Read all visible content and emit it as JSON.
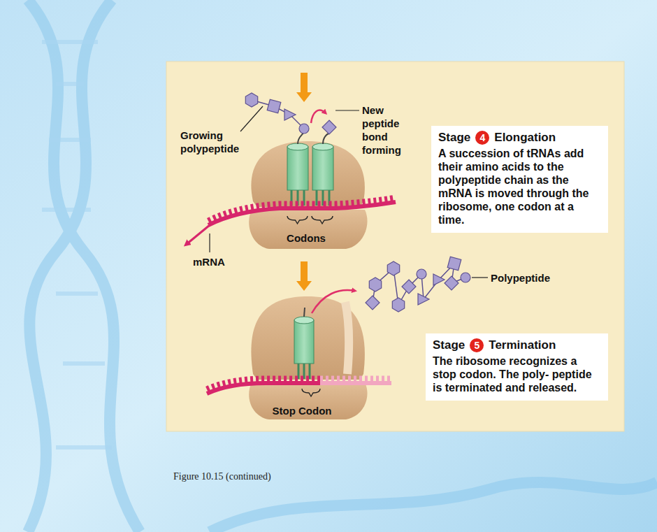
{
  "diagram": {
    "caption": "Figure 10.15 (continued)",
    "nodes": [
      {
        "text": [
          "Stage",
          "4",
          "Elongation",
          "A succession of tRNAs add their amino acids to the polypeptide chain as the mRNA is moved through the ribosome, one codon at a time."
        ]
      },
      {
        "text": [
          "Stage",
          "5",
          "Termination",
          "The ribosome recognizes a stop codon. The poly- peptide is terminated and released."
        ]
      }
    ],
    "labels": [
      "Growing polypeptide",
      "New peptide bond forming",
      "Codons",
      "mRNA",
      "Polypeptide",
      "Stop Codon"
    ]
  }
}
